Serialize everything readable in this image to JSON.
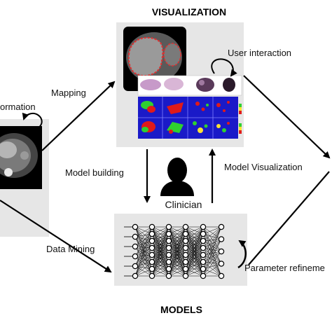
{
  "titles": {
    "visualization": "VISUALIZATION",
    "models": "MODELS"
  },
  "labels": {
    "information": "ormation",
    "mapping": "Mapping",
    "model_building": "Model building",
    "model_visualization": "Model Visualization",
    "user_interaction": "User interaction",
    "clinician": "Clinician",
    "data_mining": "Data Mining",
    "parameter_refinement": "Parameter refineme"
  },
  "colors": {
    "panel_gray": "#e6e6e6",
    "heatmap_blue": "#1a1ac8",
    "heatmap_green": "#2fd12f",
    "heatmap_red": "#e01a1a",
    "ct_outline_red": "#e03030",
    "arrow": "#000000"
  },
  "icons": {
    "clinician": "person-silhouette-icon",
    "loop": "circular-arrow-icon"
  }
}
